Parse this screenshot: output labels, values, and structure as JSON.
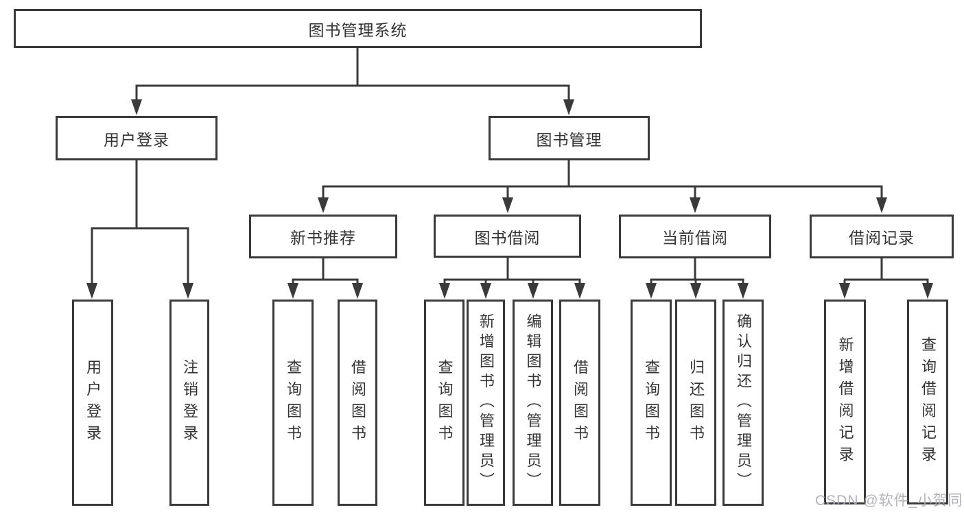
{
  "colors": {
    "line": "#3a3a3a",
    "text": "#333333",
    "background": "#ffffff",
    "watermark": "#adadb5"
  },
  "watermark": {
    "text": "CSDN @软件_小贺同学"
  },
  "diagram": {
    "root": {
      "label": "图书管理系统",
      "children": [
        {
          "label": "用户登录",
          "children": [
            {
              "label": "用户登录"
            },
            {
              "label": "注销登录"
            }
          ]
        },
        {
          "label": "图书管理",
          "children": [
            {
              "label": "新书推荐",
              "children": [
                {
                  "label": "查询图书"
                },
                {
                  "label": "借阅图书"
                }
              ]
            },
            {
              "label": "图书借阅",
              "children": [
                {
                  "label": "查询图书"
                },
                {
                  "label": "新增图书（管理员）"
                },
                {
                  "label": "编辑图书（管理员）"
                },
                {
                  "label": "借阅图书"
                }
              ]
            },
            {
              "label": "当前借阅",
              "children": [
                {
                  "label": "查询图书"
                },
                {
                  "label": "归还图书"
                },
                {
                  "label": "确认归还（管理员）"
                }
              ]
            },
            {
              "label": "借阅记录",
              "children": [
                {
                  "label": "新增借阅记录"
                },
                {
                  "label": "查询借阅记录"
                }
              ]
            }
          ]
        }
      ]
    }
  }
}
